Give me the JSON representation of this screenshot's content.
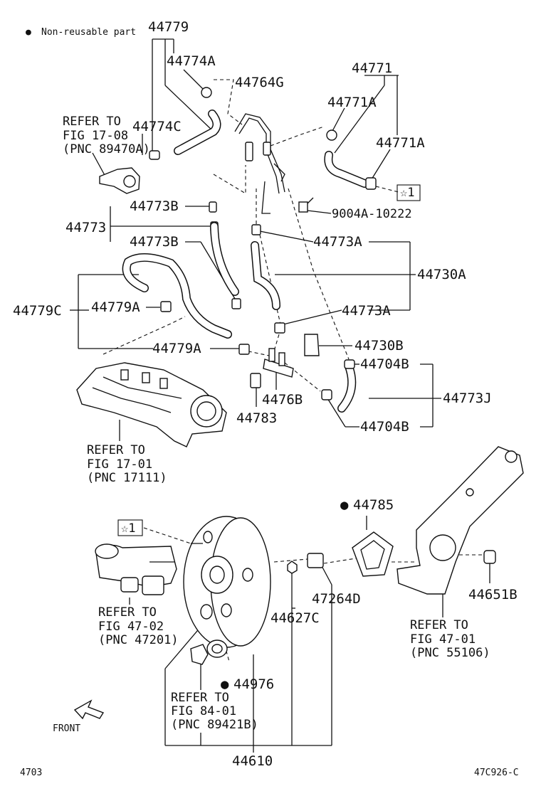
{
  "legend": {
    "dot": "●",
    "text": "Non-reusable part"
  },
  "part_numbers": {
    "p44779": "44779",
    "p44774A": "44774A",
    "p44764G": "44764G",
    "p44771": "44771",
    "p44771A_1": "44771A",
    "p44771A_2": "44771A",
    "p44774C": "44774C",
    "star1_a": "☆1",
    "p9004A": "9004A-10222",
    "p44773B_1": "44773B",
    "p44773": "44773",
    "p44773B_2": "44773B",
    "p44773A_1": "44773A",
    "p44730A": "44730A",
    "p44779C": "44779C",
    "p44779A_1": "44779A",
    "p44773A_2": "44773A",
    "p44779A_2": "44779A",
    "p44730B": "44730B",
    "p44704B_1": "44704B",
    "p44773J": "44773J",
    "p4476B": "4476B",
    "p44783": "44783",
    "p44704B_2": "44704B",
    "p44785": "44785",
    "star1_b": "☆1",
    "p47264D": "47264D",
    "p44651B": "44651B",
    "p44627C": "44627C",
    "p44976": "44976",
    "p44610": "44610"
  },
  "refs": {
    "ref_89470A": [
      "REFER TO",
      "FIG 17-08",
      "(PNC 89470A)"
    ],
    "ref_17111": [
      "REFER TO",
      "FIG 17-01",
      "(PNC 17111)"
    ],
    "ref_47201": [
      "REFER TO",
      "FIG 47-02",
      "(PNC 47201)"
    ],
    "ref_55106": [
      "REFER TO",
      "FIG 47-01",
      "(PNC 55106)"
    ],
    "ref_89421B": [
      "REFER TO",
      "FIG 84-01",
      "(PNC 89421B)"
    ]
  },
  "front_label": "FRONT",
  "footer": {
    "left": "4703",
    "right": "47C926-C"
  }
}
